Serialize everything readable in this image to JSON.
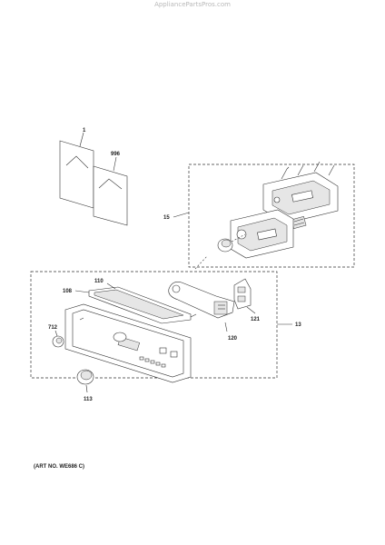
{
  "watermark": "AppliancePartsPros.com",
  "labels": {
    "p1": "1",
    "p996": "996",
    "p15": "15",
    "p110": "110",
    "p108": "108",
    "p712": "712",
    "p13": "13",
    "p121": "121",
    "p120": "120",
    "p113": "113"
  },
  "art_number": "(ART NO. WE686 C)"
}
